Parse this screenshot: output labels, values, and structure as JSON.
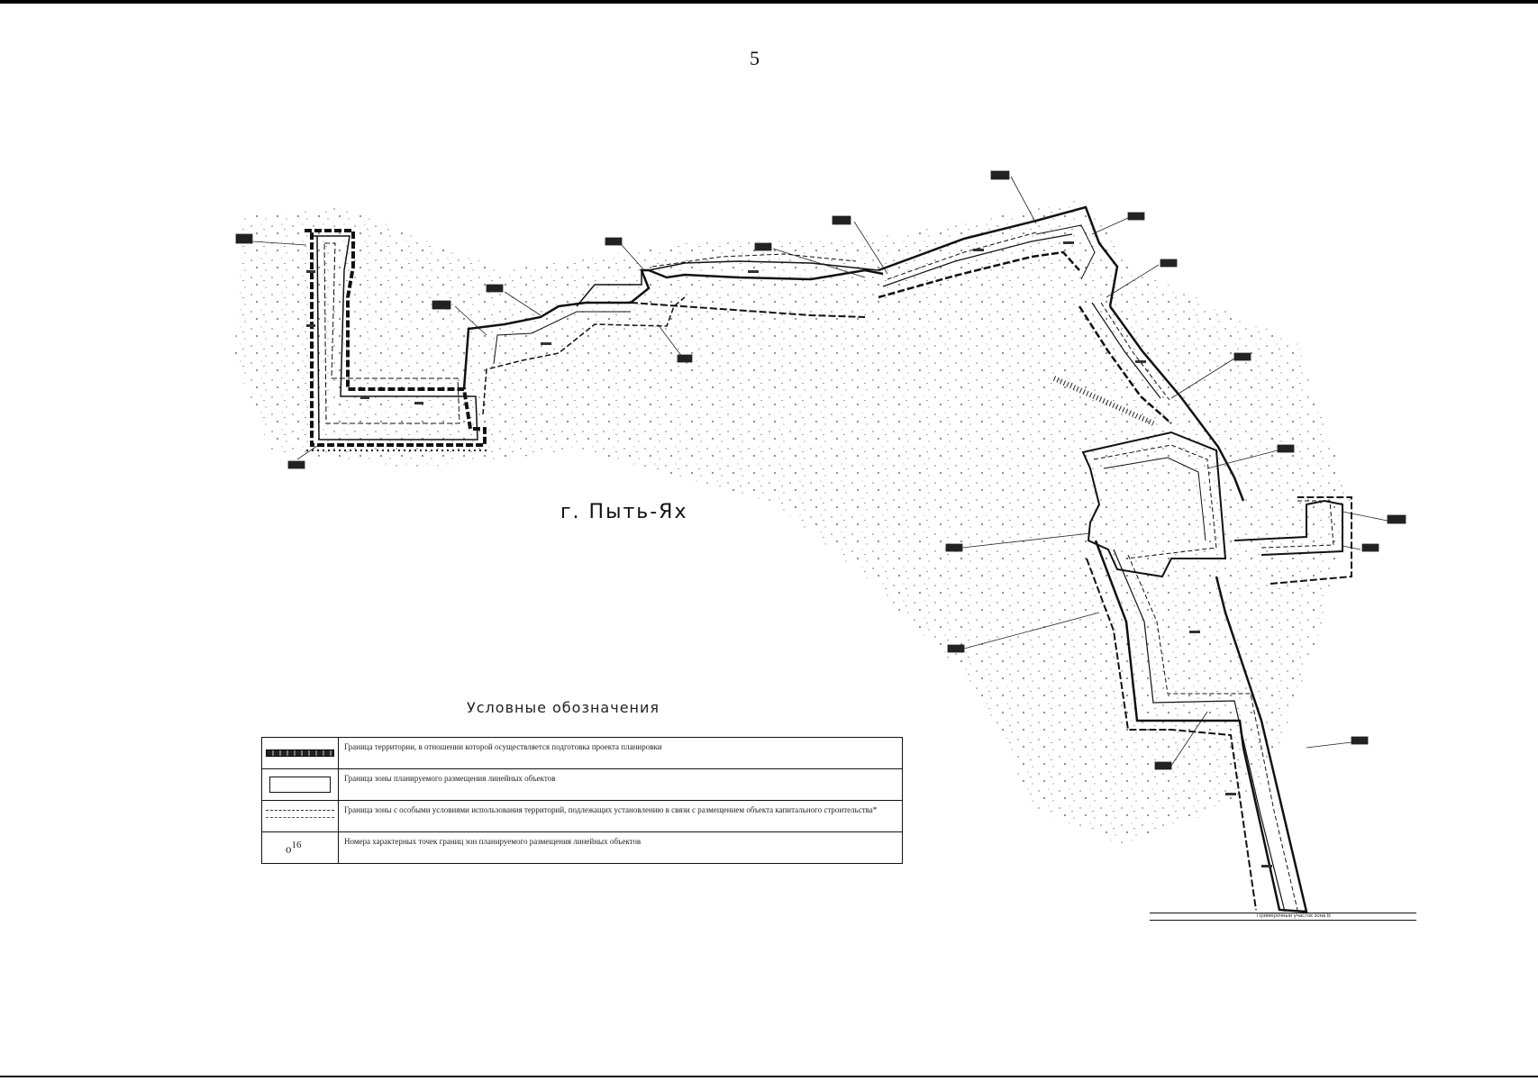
{
  "page": {
    "number": "5"
  },
  "map": {
    "city_label": "г. Пыть-Ях",
    "scale_caption": "Примерочный участок зона В"
  },
  "legend": {
    "title": "Условные обозначения",
    "items": [
      {
        "symbol": "heavy-hatched-line-icon",
        "text": "Граница территории, в отношении которой осуществляется подготовка проекта планировки"
      },
      {
        "symbol": "rectangle-outline-icon",
        "text": "Граница зоны планируемого размещения линейных объектов"
      },
      {
        "symbol": "double-dashed-line-icon",
        "text": "Граница зоны с особыми условиями использования территорий, подлежащих установлению в связи с размещением объекта капитального строительства*"
      },
      {
        "symbol": "point-number-icon",
        "point_label": "16",
        "text": "Номера характерных точек границ зон планируемого размещения линейных объектов"
      }
    ]
  },
  "colors": {
    "ink": "#111111",
    "paper": "#ffffff"
  }
}
